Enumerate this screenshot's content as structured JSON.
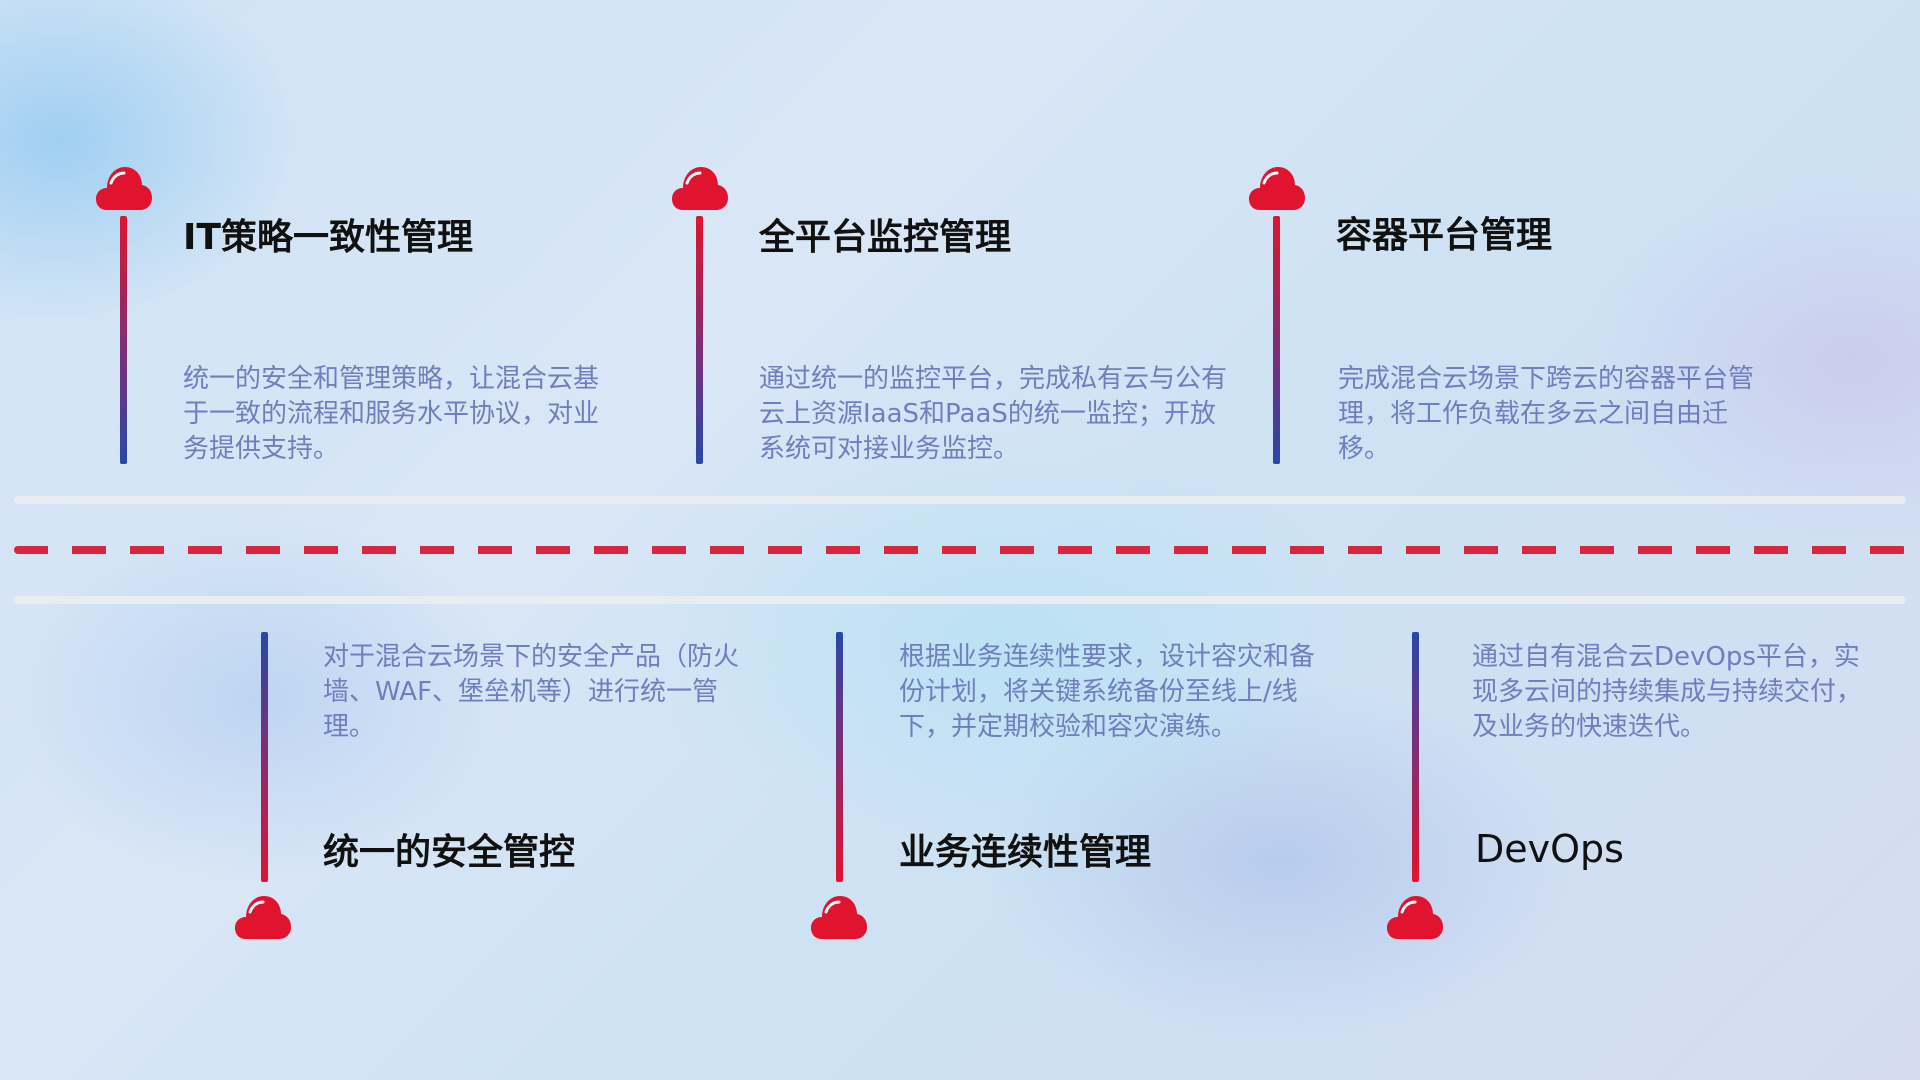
{
  "colors": {
    "accent_red": "#e0142f",
    "accent_blue": "#2748a6",
    "desc_text": "#6f7ebd",
    "title_text": "#111111"
  },
  "icons": {
    "marker": "cloud-icon"
  },
  "top_items": [
    {
      "title": "IT策略一致性管理",
      "description": "统一的安全和管理策略，让混合云基于一致的流程和服务水平协议，对业务提供支持。"
    },
    {
      "title": "全平台监控管理",
      "description": "通过统一的监控平台，完成私有云与公有云上资源IaaS和PaaS的统一监控；开放系统可对接业务监控。"
    },
    {
      "title": "容器平台管理",
      "description": "完成混合云场景下跨云的容器平台管理，将工作负载在多云之间自由迁移。"
    }
  ],
  "bottom_items": [
    {
      "title": "统一的安全管控",
      "description": "对于混合云场景下的安全产品（防火墙、WAF、堡垒机等）进行统一管理。"
    },
    {
      "title": "业务连续性管理",
      "description": "根据业务连续性要求，设计容灾和备份计划，将关键系统备份至线上/线下，并定期校验和容灾演练。"
    },
    {
      "title": "DevOps",
      "description": "通过自有混合云DevOps平台，实现多云间的持续集成与持续交付，及业务的快速迭代。"
    }
  ]
}
